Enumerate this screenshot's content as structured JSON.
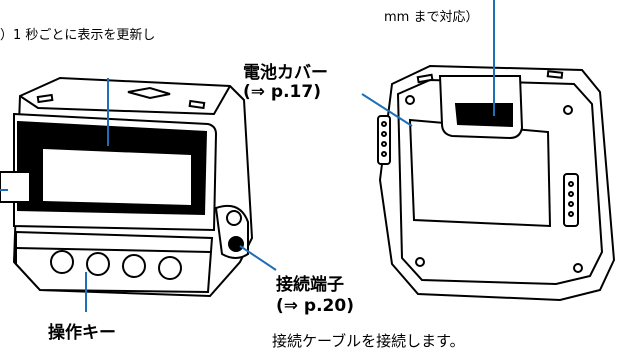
{
  "labels": {
    "range_note": "mm まで対応）",
    "refresh_note": "）1 秒ごとに表示を更新し",
    "battery_cover": "電池カバー",
    "battery_cover_ref": "(⇒ p.17)",
    "connector": "接続端子",
    "connector_ref": "(⇒ p.20)",
    "connector_desc": "接続ケーブルを接続します。",
    "operation_keys": "操作キー"
  },
  "colors": {
    "leader_line": "#1c6fb8",
    "outline": "#000000",
    "display": "#000000"
  }
}
